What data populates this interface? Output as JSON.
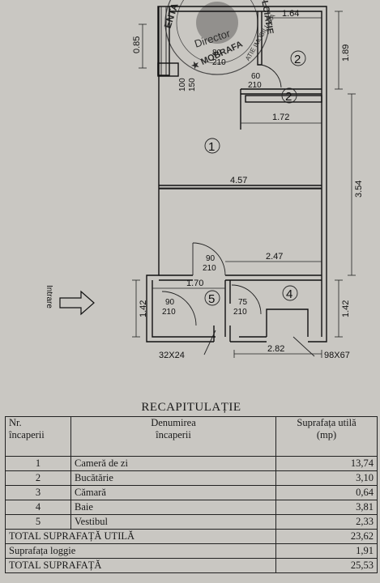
{
  "stamp": {
    "text_top": "Director",
    "text_ring_left": "ENTA",
    "text_ring_right": "LCIATIE",
    "text_ring_bottom": "★ MOBRAFA",
    "text_ring_right2": "ATIE IMOBILIARA"
  },
  "plan": {
    "room_labels": [
      "1",
      "2",
      "2",
      "4",
      "5"
    ],
    "dims": {
      "top_right": "1.64",
      "right_top": "1.89",
      "left_top": "0.85",
      "room2_inner": "1.72",
      "room1_width": "4.57",
      "right_mid": "3.54",
      "hall": "2.47",
      "vest": "1.70",
      "left_bottom": "1.42",
      "right_bottom": "1.42",
      "bottom": "2.82",
      "window_left": "32X24",
      "window_right": "98X67"
    },
    "doors": {
      "d_top_left": [
        "80",
        "210"
      ],
      "d_loggia": [
        "100",
        "150"
      ],
      "d_kitchen": [
        "60",
        "210"
      ],
      "d_hall": [
        "90",
        "210"
      ],
      "d_vest": [
        "90",
        "210"
      ],
      "d_bath": [
        "75",
        "210"
      ]
    },
    "entry_label": "Intrare"
  },
  "recap": {
    "title": "RECAPITULAȚIE",
    "headers": {
      "nr": [
        "Nr.",
        "încaperii"
      ],
      "den": [
        "Denumirea",
        "încaperii"
      ],
      "sup": [
        "Suprafața utilă",
        "(mp)"
      ]
    },
    "rows": [
      {
        "nr": "1",
        "name": "Cameră de zi",
        "area": "13,74"
      },
      {
        "nr": "2",
        "name": "Bucătărie",
        "area": "3,10"
      },
      {
        "nr": "3",
        "name": "Cămară",
        "area": "0,64"
      },
      {
        "nr": "4",
        "name": "Baie",
        "area": "3,81"
      },
      {
        "nr": "5",
        "name": "Vestibul",
        "area": "2,33"
      }
    ],
    "totals": [
      {
        "label": "TOTAL SUPRAFAȚĂ UTILĂ",
        "value": "23,62"
      },
      {
        "label": "Suprafața loggie",
        "value": "1,91"
      },
      {
        "label": "TOTAL SUPRAFAȚĂ",
        "value": "25,53"
      }
    ]
  }
}
